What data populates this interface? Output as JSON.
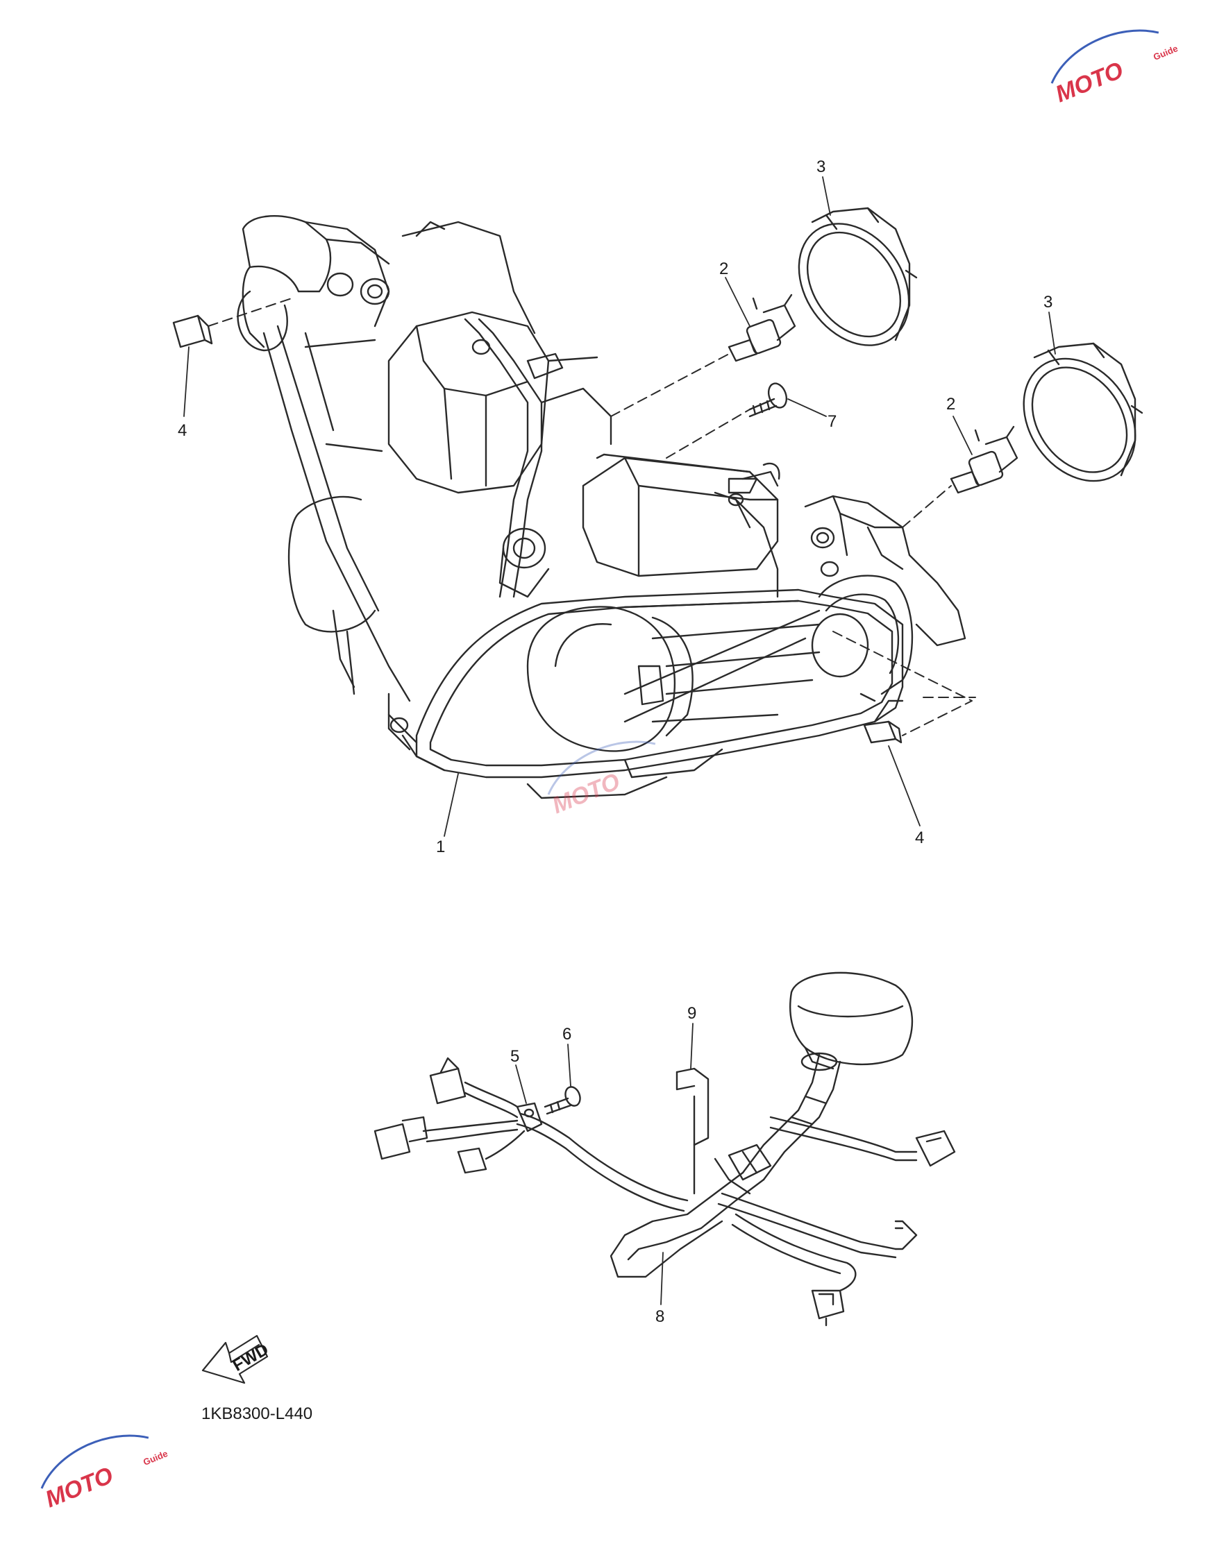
{
  "diagram_code": "1KB8300-L440",
  "fwd_label": "FWD",
  "watermark": {
    "brand": "MOTO",
    "sub": "Guide",
    "colors": {
      "primary": "#d9354a",
      "secondary": "#3c5fb8"
    }
  },
  "callouts": [
    {
      "id": "1",
      "label": "1"
    },
    {
      "id": "2a",
      "label": "2"
    },
    {
      "id": "2b",
      "label": "2"
    },
    {
      "id": "3a",
      "label": "3"
    },
    {
      "id": "3b",
      "label": "3"
    },
    {
      "id": "4a",
      "label": "4"
    },
    {
      "id": "4b",
      "label": "4"
    },
    {
      "id": "5",
      "label": "5"
    },
    {
      "id": "6",
      "label": "6"
    },
    {
      "id": "7",
      "label": "7"
    },
    {
      "id": "8",
      "label": "8"
    },
    {
      "id": "9",
      "label": "9"
    }
  ]
}
